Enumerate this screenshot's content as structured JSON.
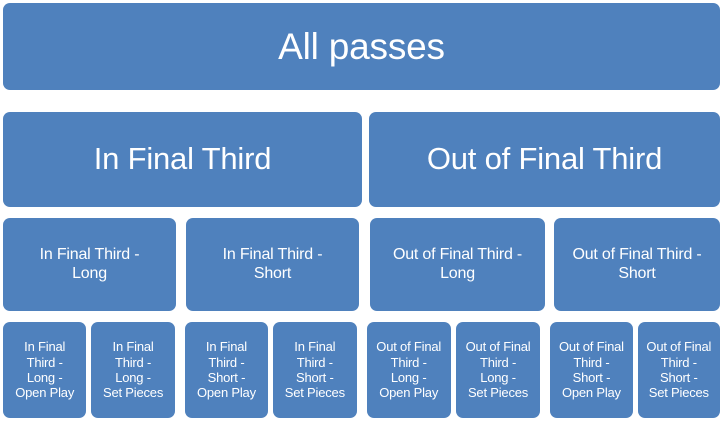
{
  "theme": {
    "node_fill": "#4F81BD",
    "node_text": "#FFFFFF",
    "background": "#FFFFFF"
  },
  "diagram": {
    "type": "hierarchy-tree",
    "title": "All passes",
    "levels": 4,
    "root": {
      "label": "All passes"
    },
    "branches": [
      {
        "label": "In Final Third"
      },
      {
        "label": "Out of Final Third"
      }
    ],
    "sub_branches": [
      {
        "label": "In Final Third -\nLong"
      },
      {
        "label": "In Final Third -\nShort"
      },
      {
        "label": "Out of Final Third -\nLong"
      },
      {
        "label": "Out of Final Third -\nShort"
      }
    ],
    "leaves": [
      {
        "label": "In Final\nThird -\nLong -\nOpen Play"
      },
      {
        "label": "In Final\nThird -\nLong -\nSet Pieces"
      },
      {
        "label": "In Final\nThird -\nShort -\nOpen Play"
      },
      {
        "label": "In Final\nThird -\nShort -\nSet Pieces"
      },
      {
        "label": "Out of Final\nThird -\nLong -\nOpen Play"
      },
      {
        "label": "Out of Final\nThird -\nLong -\nSet Pieces"
      },
      {
        "label": "Out of Final\nThird -\nShort -\nOpen Play"
      },
      {
        "label": "Out of Final\nThird -\nShort -\nSet Pieces"
      }
    ]
  }
}
